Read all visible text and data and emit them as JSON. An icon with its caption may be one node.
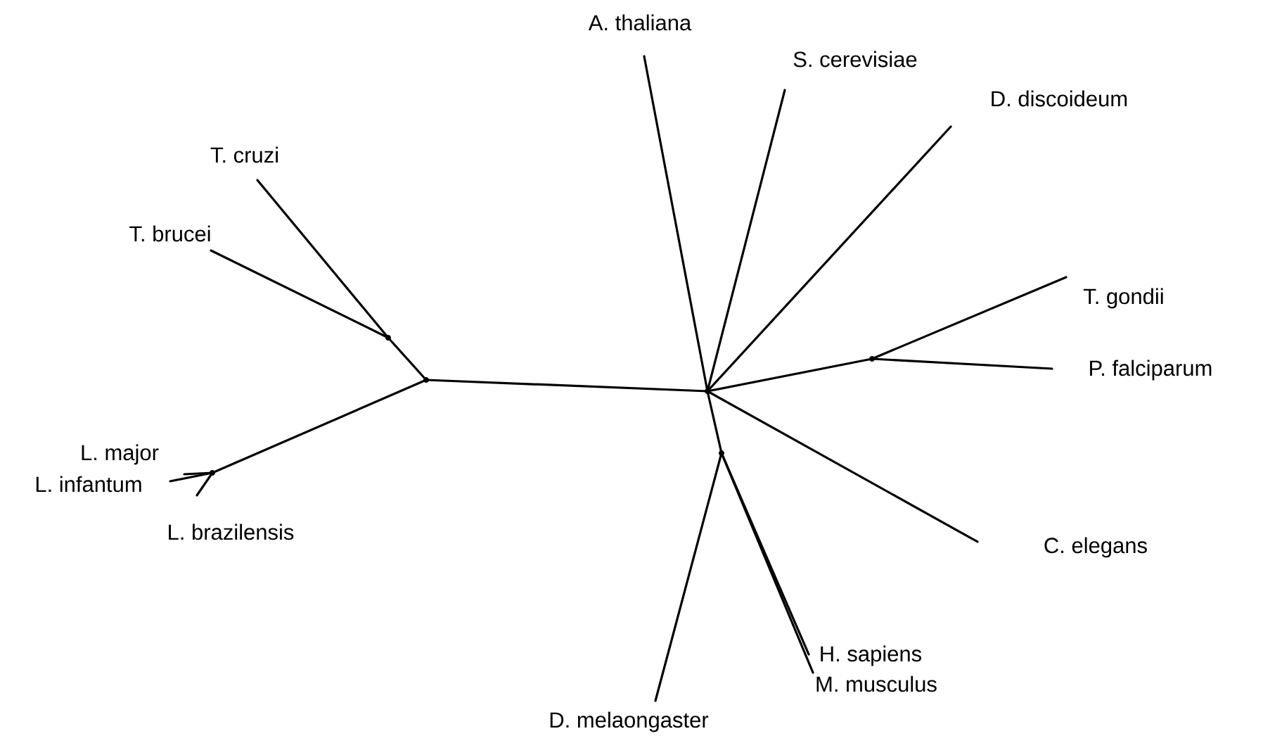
{
  "diagram": {
    "nodes": [
      {
        "text": [
          "A. thaliana"
        ]
      },
      {
        "text": [
          "S. cerevisiae"
        ]
      },
      {
        "text": [
          "D. discoideum"
        ]
      },
      {
        "text": [
          "T. cruzi"
        ]
      },
      {
        "text": [
          "T. brucei"
        ]
      },
      {
        "text": [
          "T. gondii"
        ]
      },
      {
        "text": [
          "P. falciparum"
        ]
      },
      {
        "text": [
          "L. major"
        ]
      },
      {
        "text": [
          "L. infantum"
        ]
      },
      {
        "text": [
          "L. brazilensis"
        ]
      },
      {
        "text": [
          "C. elegans"
        ]
      },
      {
        "text": [
          "H. sapiens"
        ]
      },
      {
        "text": [
          "M. musculus"
        ]
      },
      {
        "text": [
          "D. melaongaster"
        ]
      },
      {
        "text": [],
        "shape": "point"
      },
      {
        "text": [],
        "shape": "point"
      },
      {
        "text": [],
        "shape": "point"
      },
      {
        "text": [],
        "shape": "point"
      },
      {
        "text": [],
        "shape": "point"
      },
      {
        "text": [],
        "shape": "point"
      }
    ],
    "edges": [
      {
        "from": 14,
        "to": 17,
        "arrow": "none"
      },
      {
        "from": 14,
        "to": 15,
        "arrow": "none"
      },
      {
        "from": 15,
        "to": 3,
        "arrow": "none"
      },
      {
        "from": 15,
        "to": 4,
        "arrow": "none"
      },
      {
        "from": 14,
        "to": 16,
        "arrow": "none"
      },
      {
        "from": 16,
        "to": 7,
        "arrow": "none"
      },
      {
        "from": 16,
        "to": 8,
        "arrow": "none"
      },
      {
        "from": 16,
        "to": 9,
        "arrow": "none"
      },
      {
        "from": 17,
        "to": 0,
        "arrow": "none"
      },
      {
        "from": 17,
        "to": 1,
        "arrow": "none"
      },
      {
        "from": 17,
        "to": 2,
        "arrow": "none"
      },
      {
        "from": 17,
        "to": 18,
        "arrow": "none"
      },
      {
        "from": 18,
        "to": 5,
        "arrow": "none"
      },
      {
        "from": 18,
        "to": 6,
        "arrow": "none"
      },
      {
        "from": 17,
        "to": 10,
        "arrow": "none"
      },
      {
        "from": 17,
        "to": 19,
        "arrow": "none"
      },
      {
        "from": 19,
        "to": 13,
        "arrow": "none"
      },
      {
        "from": 19,
        "to": 11,
        "arrow": "none"
      },
      {
        "from": 19,
        "to": 12,
        "arrow": "none"
      }
    ]
  }
}
